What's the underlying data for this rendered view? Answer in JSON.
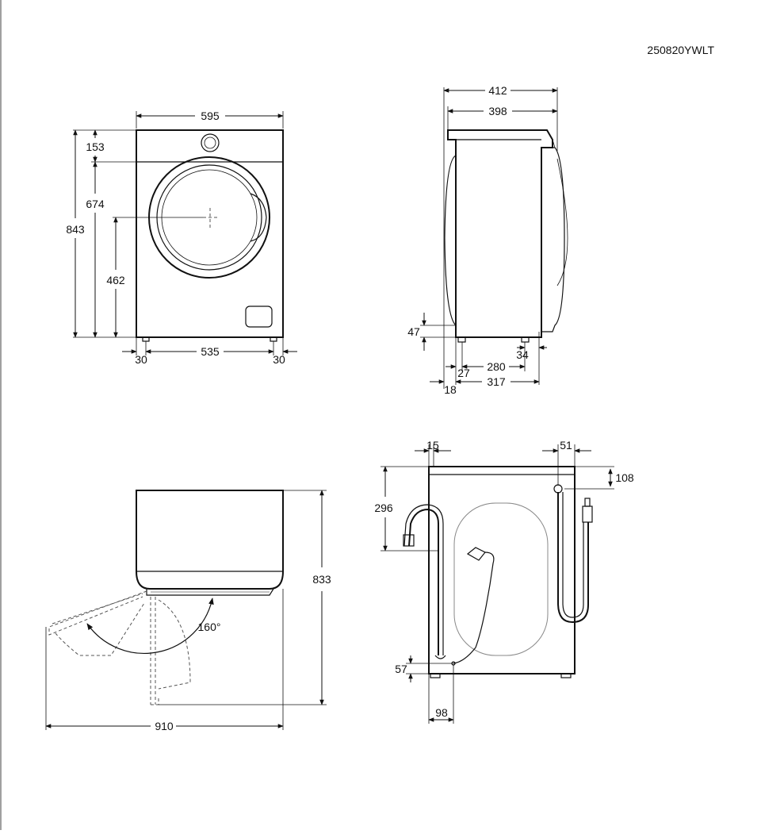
{
  "model_code": "250820YWLT",
  "front_view": {
    "width": "595",
    "height_total": "843",
    "top_panel": "153",
    "door_top": "674",
    "door_center": "462",
    "feet_spacing": "535",
    "left_foot_offset": "30",
    "right_foot_offset": "30"
  },
  "side_view": {
    "depth_total": "412",
    "depth_body": "398",
    "foot_height": "47",
    "rear_foot_offset": "34",
    "foot_spacing": "280",
    "front_foot_offset": "27",
    "front_offset": "18",
    "depth_feet": "317"
  },
  "top_view": {
    "depth_door_open": "910",
    "width": "833",
    "door_angle": "160°"
  },
  "rear_view": {
    "drain_offset": "15",
    "inlet_offset": "51",
    "inlet_height": "108",
    "drain_height": "296",
    "cable_height": "57",
    "cable_offset": "98"
  }
}
